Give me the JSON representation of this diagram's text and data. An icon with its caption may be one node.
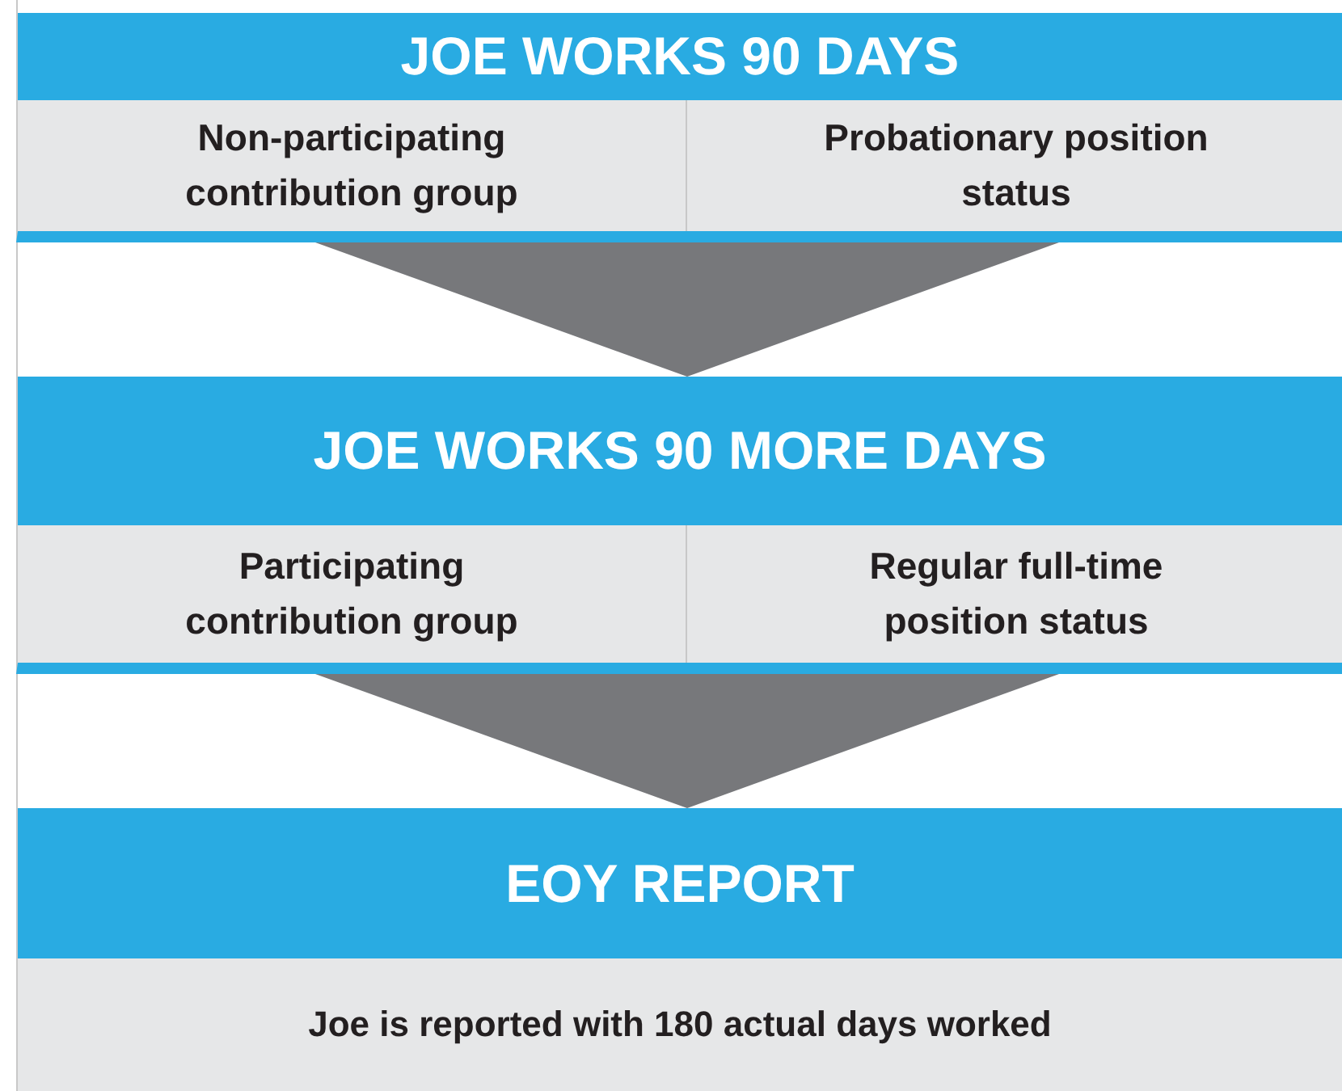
{
  "diagram": {
    "nodes": [
      {
        "text": [
          "JOE WORKS 90 DAYS"
        ]
      },
      {
        "text": [
          "Non-participating contribution group"
        ],
        "in": 0
      },
      {
        "text": [
          "Probationary position status"
        ],
        "in": 0
      },
      {
        "text": [
          "JOE WORKS 90 MORE DAYS"
        ]
      },
      {
        "text": [
          "Participating contribution group"
        ],
        "in": 3
      },
      {
        "text": [
          "Regular full-time position status"
        ],
        "in": 3
      },
      {
        "text": [
          "EOY REPORT",
          "Joe is reported with 180 actual days worked"
        ]
      }
    ],
    "edges": [
      {
        "from": 0,
        "to": 3,
        "arrow": "to"
      },
      {
        "from": 3,
        "to": 6,
        "arrow": "to"
      }
    ]
  }
}
